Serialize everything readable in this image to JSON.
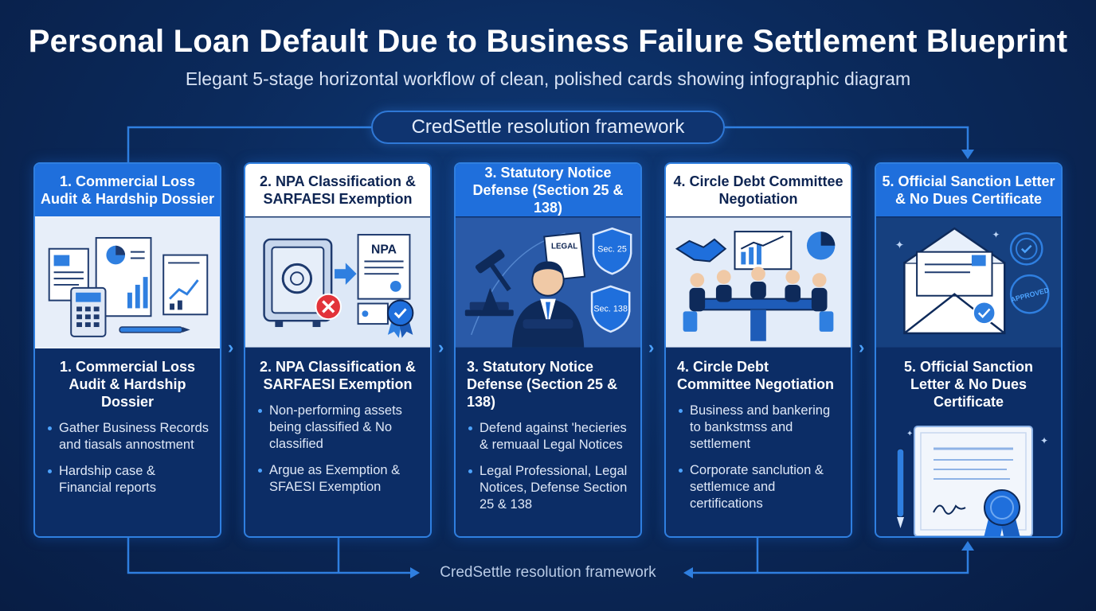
{
  "title": "Personal Loan Default Due to Business Failure Settlement Blueprint",
  "subtitle": "Elegant 5-stage horizontal workflow of clean, polished cards showing  infographic diagram",
  "framework_label": "CredSettle resolution framework",
  "bottom_label": "CredSettle resolution framework",
  "colors": {
    "accent": "#1f6fdc",
    "background": "#0b2a5c",
    "card": "#0c2d66"
  },
  "stages": [
    {
      "header": "1. Commercial Loss Audit & Hardship Dossier",
      "body_title": "1. Commercial Loss Audit & Hardship Dossier",
      "bullets": [
        "Gather Business Records and tiasals annostment",
        "Hardship case & Financial reports"
      ],
      "icons": [
        "documents-icon",
        "calculator-icon",
        "chart-icon",
        "pen-icon"
      ]
    },
    {
      "header": "2. NPA Classification & SARFAESI Exemption",
      "body_title": "2. NPA Classification & SARFAESI Exemption",
      "bullets": [
        "Non-performing assets being classified & No classified",
        "Argue as Exemption & ЅFAESI Exemption"
      ],
      "illus_label": "NPA",
      "icons": [
        "safe-icon",
        "reject-icon",
        "certificate-icon",
        "badge-icon"
      ]
    },
    {
      "header": "3. Statutory Notice Defense (Section 25 & 138)",
      "body_title": "3. Statutory Notice Defense (Section 25 & 138)",
      "bullets": [
        "Defend against 'hecieries & remuaal Legal Notices",
        "Legal Professional, Legal Notices, Defense Section 25 & 138"
      ],
      "illus_label": "LEGAL",
      "shield_top": "Sec. 25",
      "shield_bottom": "Sec. 138",
      "icons": [
        "gavel-icon",
        "lawyer-icon",
        "shield-icon"
      ]
    },
    {
      "header": "4. Circle Debt Committee Negotiation",
      "body_title": "4. Circle Debt Committee Negotiation",
      "bullets": [
        "Business and bankering to bankstmss and settlement",
        "Corporate sanclution & settlemıce and certifications"
      ],
      "icons": [
        "handshake-icon",
        "meeting-icon",
        "pie-chart-icon"
      ]
    },
    {
      "header": "5. Official Sanction Letter & No Dues Certificate",
      "body_title": "5. Official Sanction Letter & No Dues Certificate",
      "bullets": [],
      "illus_label": "APPROVED",
      "icons": [
        "envelope-icon",
        "approved-stamp-icon",
        "certificate-icon",
        "pen-icon"
      ]
    }
  ]
}
